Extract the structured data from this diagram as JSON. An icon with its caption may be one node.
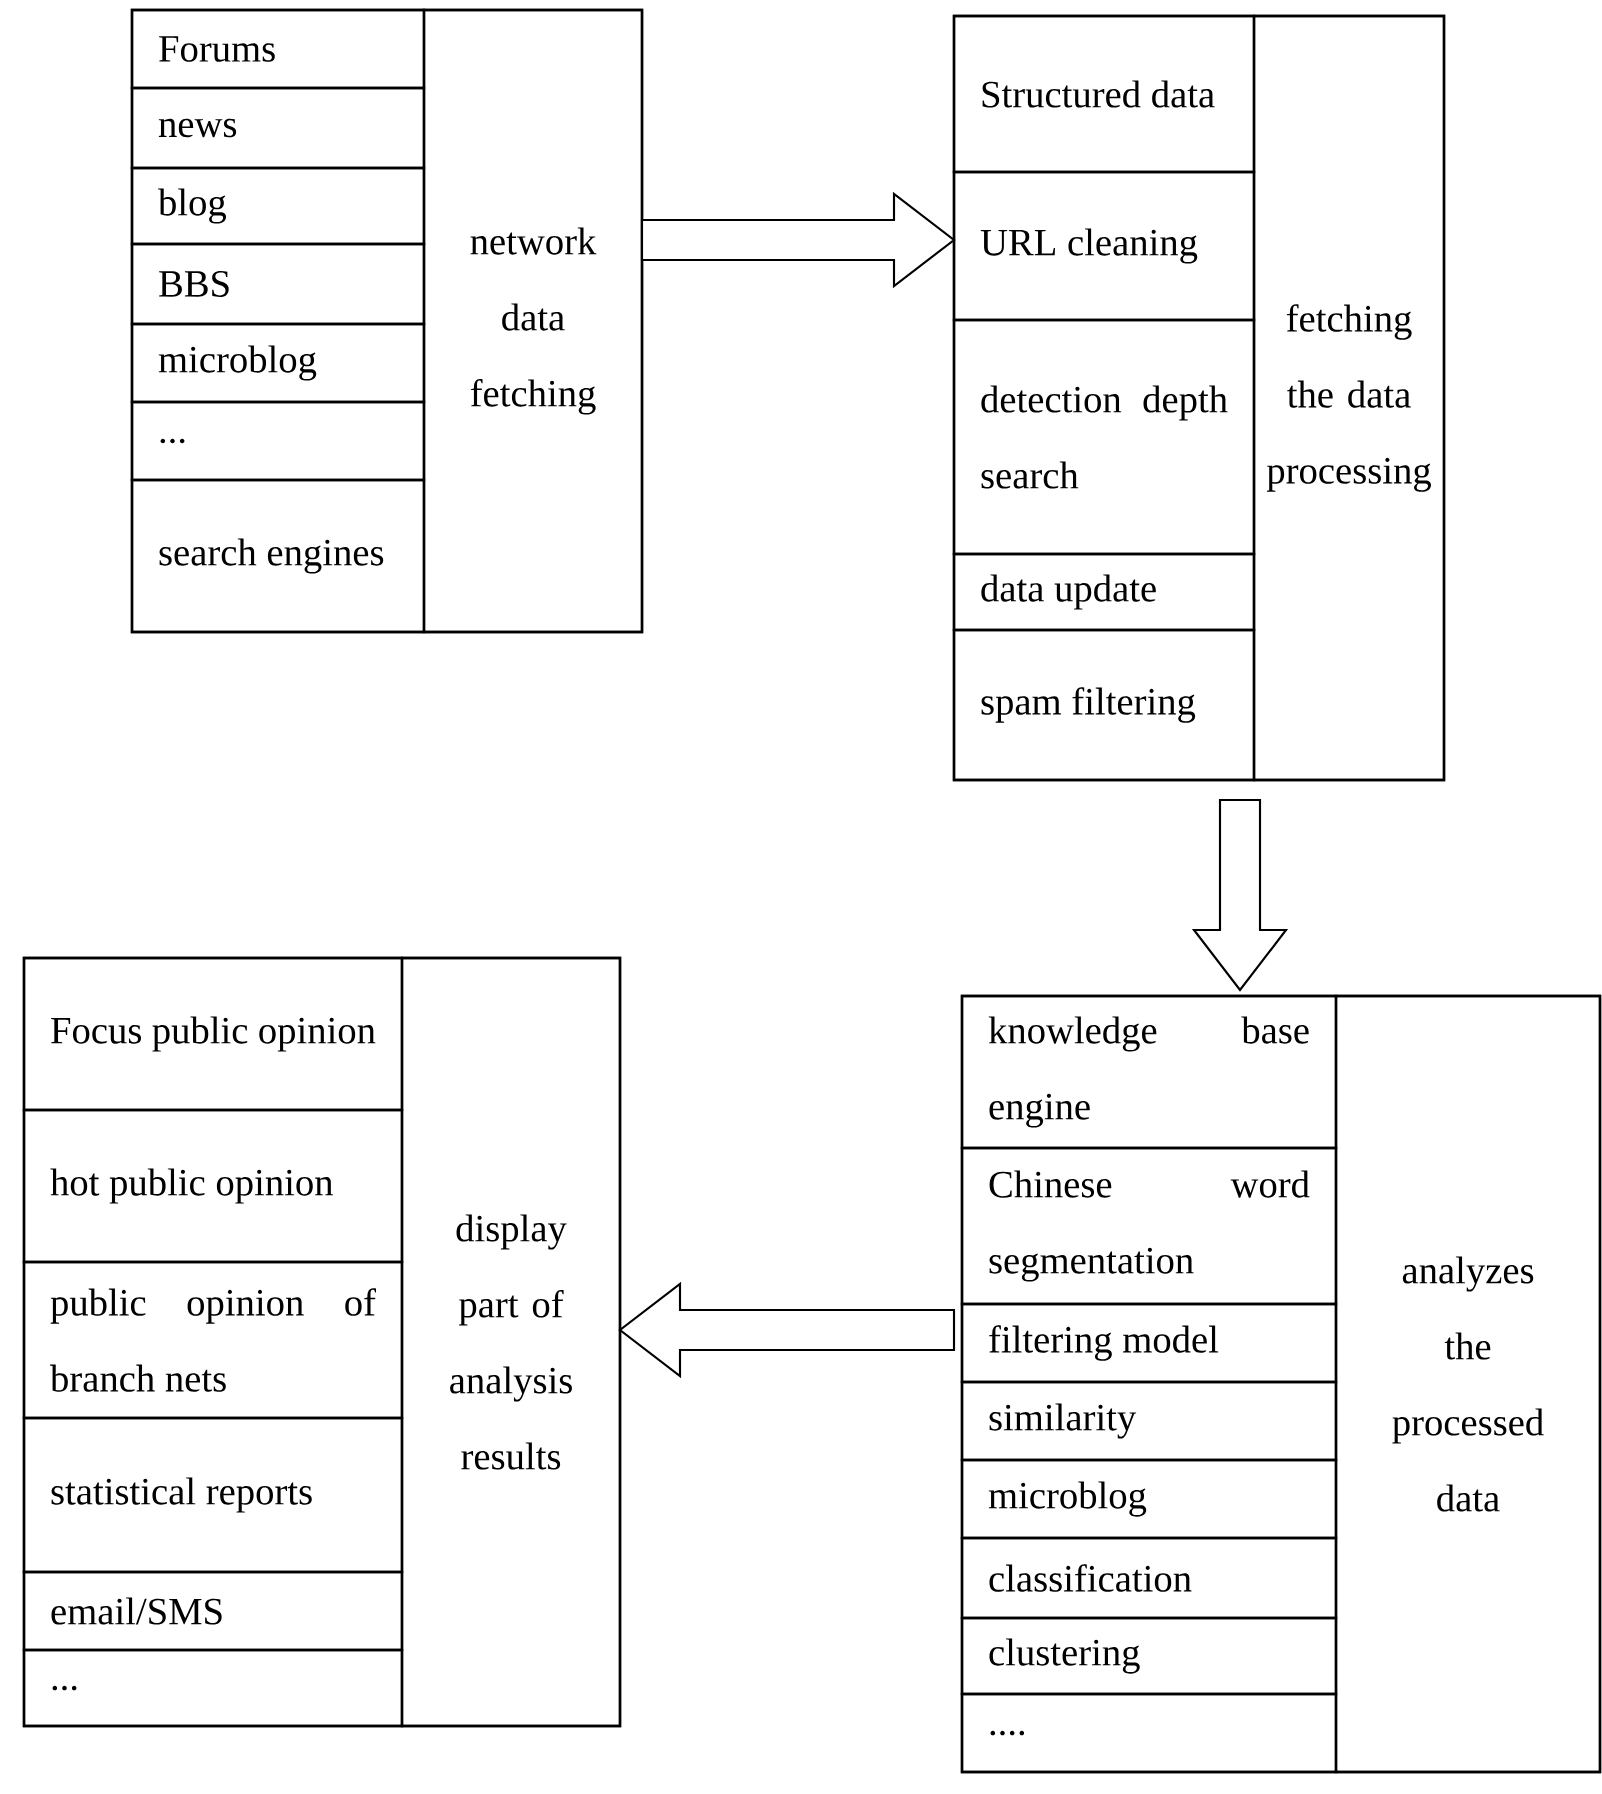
{
  "diagram": {
    "nodes": [
      {
        "text": [],
        "shape": "box"
      },
      {
        "text": [
          "Forums"
        ],
        "in": 0
      },
      {
        "text": [
          "news"
        ],
        "in": 0
      },
      {
        "text": [
          "blog"
        ],
        "in": 0
      },
      {
        "text": [
          "BBS"
        ],
        "in": 0
      },
      {
        "text": [
          "microblog"
        ],
        "in": 0
      },
      {
        "text": [
          "..."
        ],
        "in": 0
      },
      {
        "text": [
          "search engines"
        ],
        "in": 0
      },
      {
        "text": [
          "network data fetching"
        ],
        "in": 0
      },
      {
        "text": [],
        "shape": "box"
      },
      {
        "text": [
          "Structured data"
        ],
        "in": 9
      },
      {
        "text": [
          "URL cleaning"
        ],
        "in": 9
      },
      {
        "text": [
          "detection depth search"
        ],
        "in": 9
      },
      {
        "text": [
          "data update"
        ],
        "in": 9
      },
      {
        "text": [
          "spam filtering"
        ],
        "in": 9
      },
      {
        "text": [
          "fetching the data processing"
        ],
        "in": 9
      },
      {
        "text": [],
        "shape": "box"
      },
      {
        "text": [
          "Focus public opinion"
        ],
        "in": 16
      },
      {
        "text": [
          "hot public opinion"
        ],
        "in": 16
      },
      {
        "text": [
          "public opinion of branch nets"
        ],
        "in": 16
      },
      {
        "text": [
          "statistical reports"
        ],
        "in": 16
      },
      {
        "text": [
          "email/SMS"
        ],
        "in": 16
      },
      {
        "text": [
          "..."
        ],
        "in": 16
      },
      {
        "text": [
          "display part of analysis results"
        ],
        "in": 16
      },
      {
        "text": [],
        "shape": "box"
      },
      {
        "text": [
          "knowledge base engine"
        ],
        "in": 24
      },
      {
        "text": [
          "Chinese word segmentation"
        ],
        "in": 24
      },
      {
        "text": [
          "filtering model"
        ],
        "in": 24
      },
      {
        "text": [
          "similarity"
        ],
        "in": 24
      },
      {
        "text": [
          "microblog"
        ],
        "in": 24
      },
      {
        "text": [
          "classification"
        ],
        "in": 24
      },
      {
        "text": [
          "clustering"
        ],
        "in": 24
      },
      {
        "text": [
          "...."
        ],
        "in": 24
      },
      {
        "text": [
          "analyzes the processed data"
        ],
        "in": 24
      }
    ],
    "edges": [
      {
        "from": 0,
        "to": 9,
        "arrow": "to"
      },
      {
        "from": 9,
        "to": 24,
        "arrow": "to"
      },
      {
        "from": 24,
        "to": 16,
        "arrow": "to"
      }
    ]
  }
}
